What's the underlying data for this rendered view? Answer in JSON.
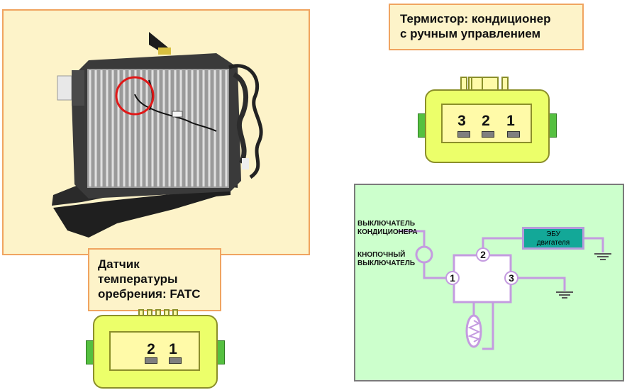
{
  "thermistor_label": {
    "line1": "Термистор: кондиционер",
    "line2": "с ручным управлением"
  },
  "fin_sensor_label": {
    "line1": "Датчик",
    "line2": "температуры",
    "line3": "оребрения: FATC"
  },
  "thermistor_connector": {
    "pins": [
      "3",
      "2",
      "1"
    ]
  },
  "fin_sensor_connector": {
    "pins": [
      "2",
      "1"
    ]
  },
  "schematic": {
    "ac_switch": {
      "line1": "ВЫКЛЮЧАТЕЛЬ",
      "line2": "КОНДИЦИОНЕРА"
    },
    "push_switch": {
      "line1": "КНОПОЧНЫЙ",
      "line2": "ВЫКЛЮЧАТЕЛЬ"
    },
    "ecu": {
      "line1": "ЭБУ",
      "line2": "двигателя"
    },
    "nodes": [
      "1",
      "2",
      "3"
    ]
  },
  "colors": {
    "panel_fill": "#fdf3c9",
    "panel_border": "#f0a460",
    "connector": "#ecff6a",
    "schematic_bg": "#ccffcc",
    "wire": "#c49be0",
    "ecu": "#13a898"
  }
}
